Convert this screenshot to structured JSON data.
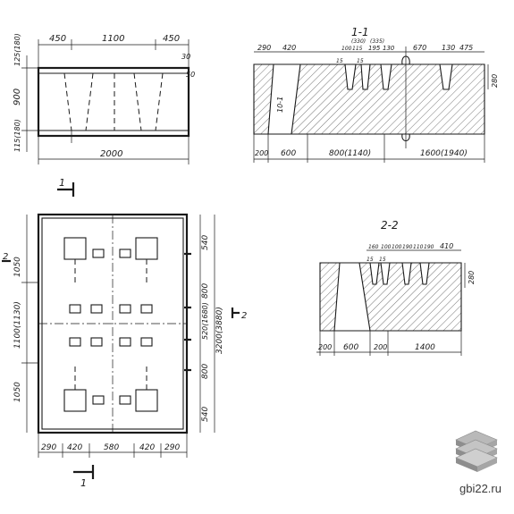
{
  "diagram": {
    "plan_view": {
      "top_dims": [
        "450",
        "1100",
        "450"
      ],
      "bottom_dim": "2000",
      "left_dims": [
        "125(180)",
        "900",
        "115(180)"
      ],
      "right_dims": [
        "30",
        "50"
      ],
      "section_mark": "1"
    },
    "top_view": {
      "left_dims": [
        "1050",
        "1100(1130)",
        "1050"
      ],
      "right_inner_dims": [
        "540",
        "800",
        "520(1680)",
        "800",
        "540"
      ],
      "right_outer_dim": "3200(3880)",
      "bottom_dims": [
        "290",
        "420",
        "580",
        "420",
        "290"
      ],
      "section_mark_left": "2",
      "section_mark_right": "2",
      "section_mark_bottom": "1"
    },
    "section_1": {
      "title": "1-1",
      "top_dims": [
        "290",
        "420",
        "100",
        "(330)",
        "(335)",
        "115",
        "195",
        "130",
        "670",
        "130",
        "475"
      ],
      "small_labels": [
        "15",
        "15"
      ],
      "height_dim": "10-1",
      "right_dim": "280",
      "bottom_dims": [
        "200",
        "600",
        "800(1140)",
        "1600(1940)"
      ]
    },
    "section_2": {
      "title": "2-2",
      "top_dims": [
        "160",
        "100",
        "100",
        "190",
        "110",
        "190",
        "410"
      ],
      "small_labels": [
        "15",
        "15"
      ],
      "right_dim": "280",
      "bottom_dims": [
        "200",
        "600",
        "200",
        "1400"
      ]
    }
  },
  "watermark": {
    "text": "gbi22.ru",
    "icon": "stacked-slabs-icon"
  },
  "colors": {
    "ink": "#1a1a1a",
    "paper": "#ffffff",
    "hatch": "#1a1a1a"
  }
}
